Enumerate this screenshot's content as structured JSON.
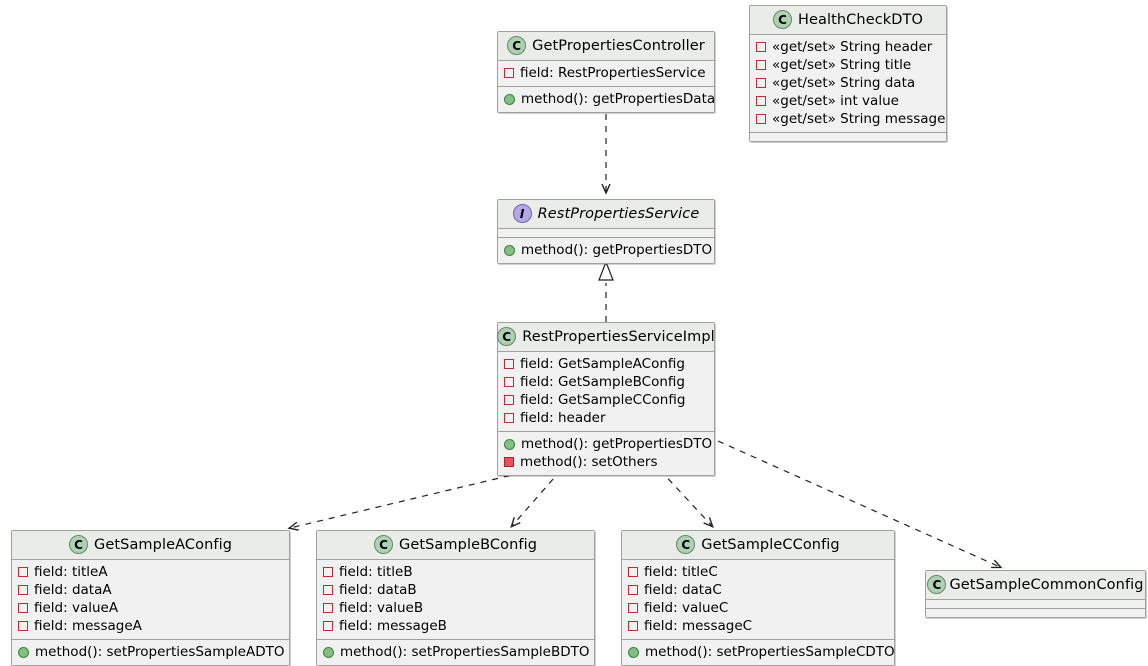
{
  "diagram": {
    "type": "uml-class-diagram",
    "background": "#FFFFFF",
    "class_header_color": "#E9ECE7",
    "class_body_color": "#F1F1F1",
    "border_color": "#A0A0A0",
    "class_badge_color": "#ADD1B2",
    "interface_badge_color": "#B4A7E5",
    "private_field_marker_color": "#C82930",
    "public_method_marker_color": "#84BE84",
    "private_method_marker_color": "#F24D5C"
  },
  "classes": {
    "get_properties_controller": {
      "badge": "C",
      "kind": "class",
      "title": "GetPropertiesController",
      "fields": [
        {
          "marker": "private-field",
          "text": "field: RestPropertiesService"
        }
      ],
      "methods": [
        {
          "marker": "public-method",
          "text": "method(): getPropertiesData"
        }
      ]
    },
    "health_check_dto": {
      "badge": "C",
      "kind": "class",
      "title": "HealthCheckDTO",
      "fields": [
        {
          "marker": "private-field",
          "text": "«get/set» String header"
        },
        {
          "marker": "private-field",
          "text": "«get/set» String title"
        },
        {
          "marker": "private-field",
          "text": "«get/set» String data"
        },
        {
          "marker": "private-field",
          "text": "«get/set» int value"
        },
        {
          "marker": "private-field",
          "text": "«get/set» String message"
        }
      ],
      "methods": []
    },
    "rest_properties_service": {
      "badge": "I",
      "kind": "interface",
      "title": "RestPropertiesService",
      "fields": [],
      "methods": [
        {
          "marker": "public-method",
          "text": "method(): getPropertiesDTO"
        }
      ]
    },
    "rest_properties_service_impl": {
      "badge": "C",
      "kind": "class",
      "title": "RestPropertiesServiceImpl",
      "fields": [
        {
          "marker": "private-field",
          "text": "field: GetSampleAConfig"
        },
        {
          "marker": "private-field",
          "text": "field: GetSampleBConfig"
        },
        {
          "marker": "private-field",
          "text": "field: GetSampleCConfig"
        },
        {
          "marker": "private-field",
          "text": "field: header"
        }
      ],
      "methods": [
        {
          "marker": "public-method",
          "text": "method(): getPropertiesDTO"
        },
        {
          "marker": "private-method",
          "text": "method(): setOthers"
        }
      ]
    },
    "get_sample_a_config": {
      "badge": "C",
      "kind": "class",
      "title": "GetSampleAConfig",
      "fields": [
        {
          "marker": "private-field",
          "text": "field: titleA"
        },
        {
          "marker": "private-field",
          "text": "field: dataA"
        },
        {
          "marker": "private-field",
          "text": "field: valueA"
        },
        {
          "marker": "private-field",
          "text": "field: messageA"
        }
      ],
      "methods": [
        {
          "marker": "public-method",
          "text": "method(): setPropertiesSampleADTO"
        }
      ]
    },
    "get_sample_b_config": {
      "badge": "C",
      "kind": "class",
      "title": "GetSampleBConfig",
      "fields": [
        {
          "marker": "private-field",
          "text": "field: titleB"
        },
        {
          "marker": "private-field",
          "text": "field: dataB"
        },
        {
          "marker": "private-field",
          "text": "field: valueB"
        },
        {
          "marker": "private-field",
          "text": "field: messageB"
        }
      ],
      "methods": [
        {
          "marker": "public-method",
          "text": "method(): setPropertiesSampleBDTO"
        }
      ]
    },
    "get_sample_c_config": {
      "badge": "C",
      "kind": "class",
      "title": "GetSampleCConfig",
      "fields": [
        {
          "marker": "private-field",
          "text": "field: titleC"
        },
        {
          "marker": "private-field",
          "text": "field: dataC"
        },
        {
          "marker": "private-field",
          "text": "field: valueC"
        },
        {
          "marker": "private-field",
          "text": "field: messageC"
        }
      ],
      "methods": [
        {
          "marker": "public-method",
          "text": "method(): setPropertiesSampleCDTO"
        }
      ]
    },
    "get_sample_common_config": {
      "badge": "C",
      "kind": "class",
      "title": "GetSampleCommonConfig",
      "fields": [],
      "methods": []
    }
  },
  "relations": [
    {
      "from": "get_properties_controller",
      "to": "rest_properties_service",
      "type": "dependency"
    },
    {
      "from": "rest_properties_service_impl",
      "to": "rest_properties_service",
      "type": "realization"
    },
    {
      "from": "rest_properties_service_impl",
      "to": "get_sample_a_config",
      "type": "dependency"
    },
    {
      "from": "rest_properties_service_impl",
      "to": "get_sample_b_config",
      "type": "dependency"
    },
    {
      "from": "rest_properties_service_impl",
      "to": "get_sample_c_config",
      "type": "dependency"
    },
    {
      "from": "rest_properties_service_impl",
      "to": "get_sample_common_config",
      "type": "dependency"
    }
  ]
}
